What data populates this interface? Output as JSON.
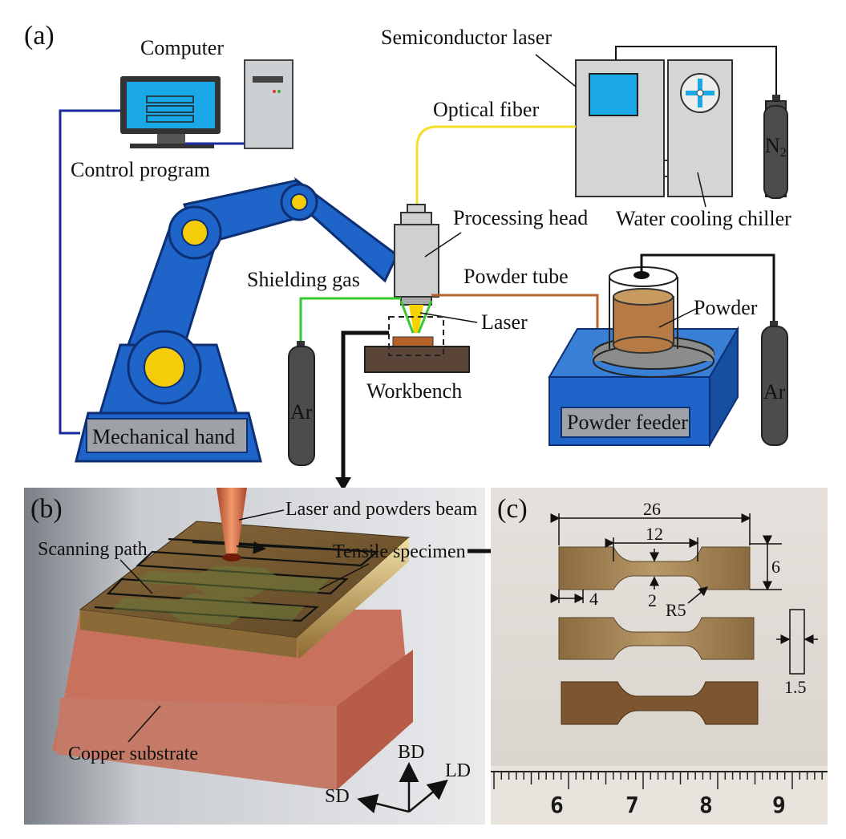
{
  "panels": {
    "a": "(a)",
    "b": "(b)",
    "c": "(c)"
  },
  "panel_a": {
    "computer": "Computer",
    "control_program": "Control program",
    "semiconductor_laser": "Semiconductor laser",
    "optical_fiber": "Optical fiber",
    "n2_main": "N",
    "n2_sub": "2",
    "processing_head": "Processing head",
    "water_cooling_chiller": "Water cooling chiller",
    "shielding_gas": "Shielding gas",
    "powder_tube": "Powder tube",
    "powder": "Powder",
    "laser": "Laser",
    "workbench": "Workbench",
    "ar_left": "Ar",
    "ar_right": "Ar",
    "mechanical_hand": "Mechanical hand",
    "powder_feeder": "Powder feeder"
  },
  "panel_b": {
    "laser_beam": "Laser and powders beam",
    "scanning_path": "Scanning path",
    "tensile_specimen": "Tensile specimen",
    "copper_substrate": "Copper substrate",
    "bd": "BD",
    "ld": "LD",
    "sd": "SD"
  },
  "panel_c": {
    "dim_26": "26",
    "dim_12": "12",
    "dim_6": "6",
    "dim_4": "4",
    "dim_2": "2",
    "dim_r5": "R5",
    "dim_15": "1.5",
    "ruler": [
      "6",
      "7",
      "8",
      "9"
    ]
  },
  "colors": {
    "arm_blue": "#1f64c8",
    "joint_yellow": "#f4cc0a",
    "screen_blue": "#1aa7e6",
    "cylinder_gray": "#4a4d4a",
    "box_gray": "#d4d6d6",
    "copper": "#c8725e",
    "powder_brown": "#b67b44"
  }
}
